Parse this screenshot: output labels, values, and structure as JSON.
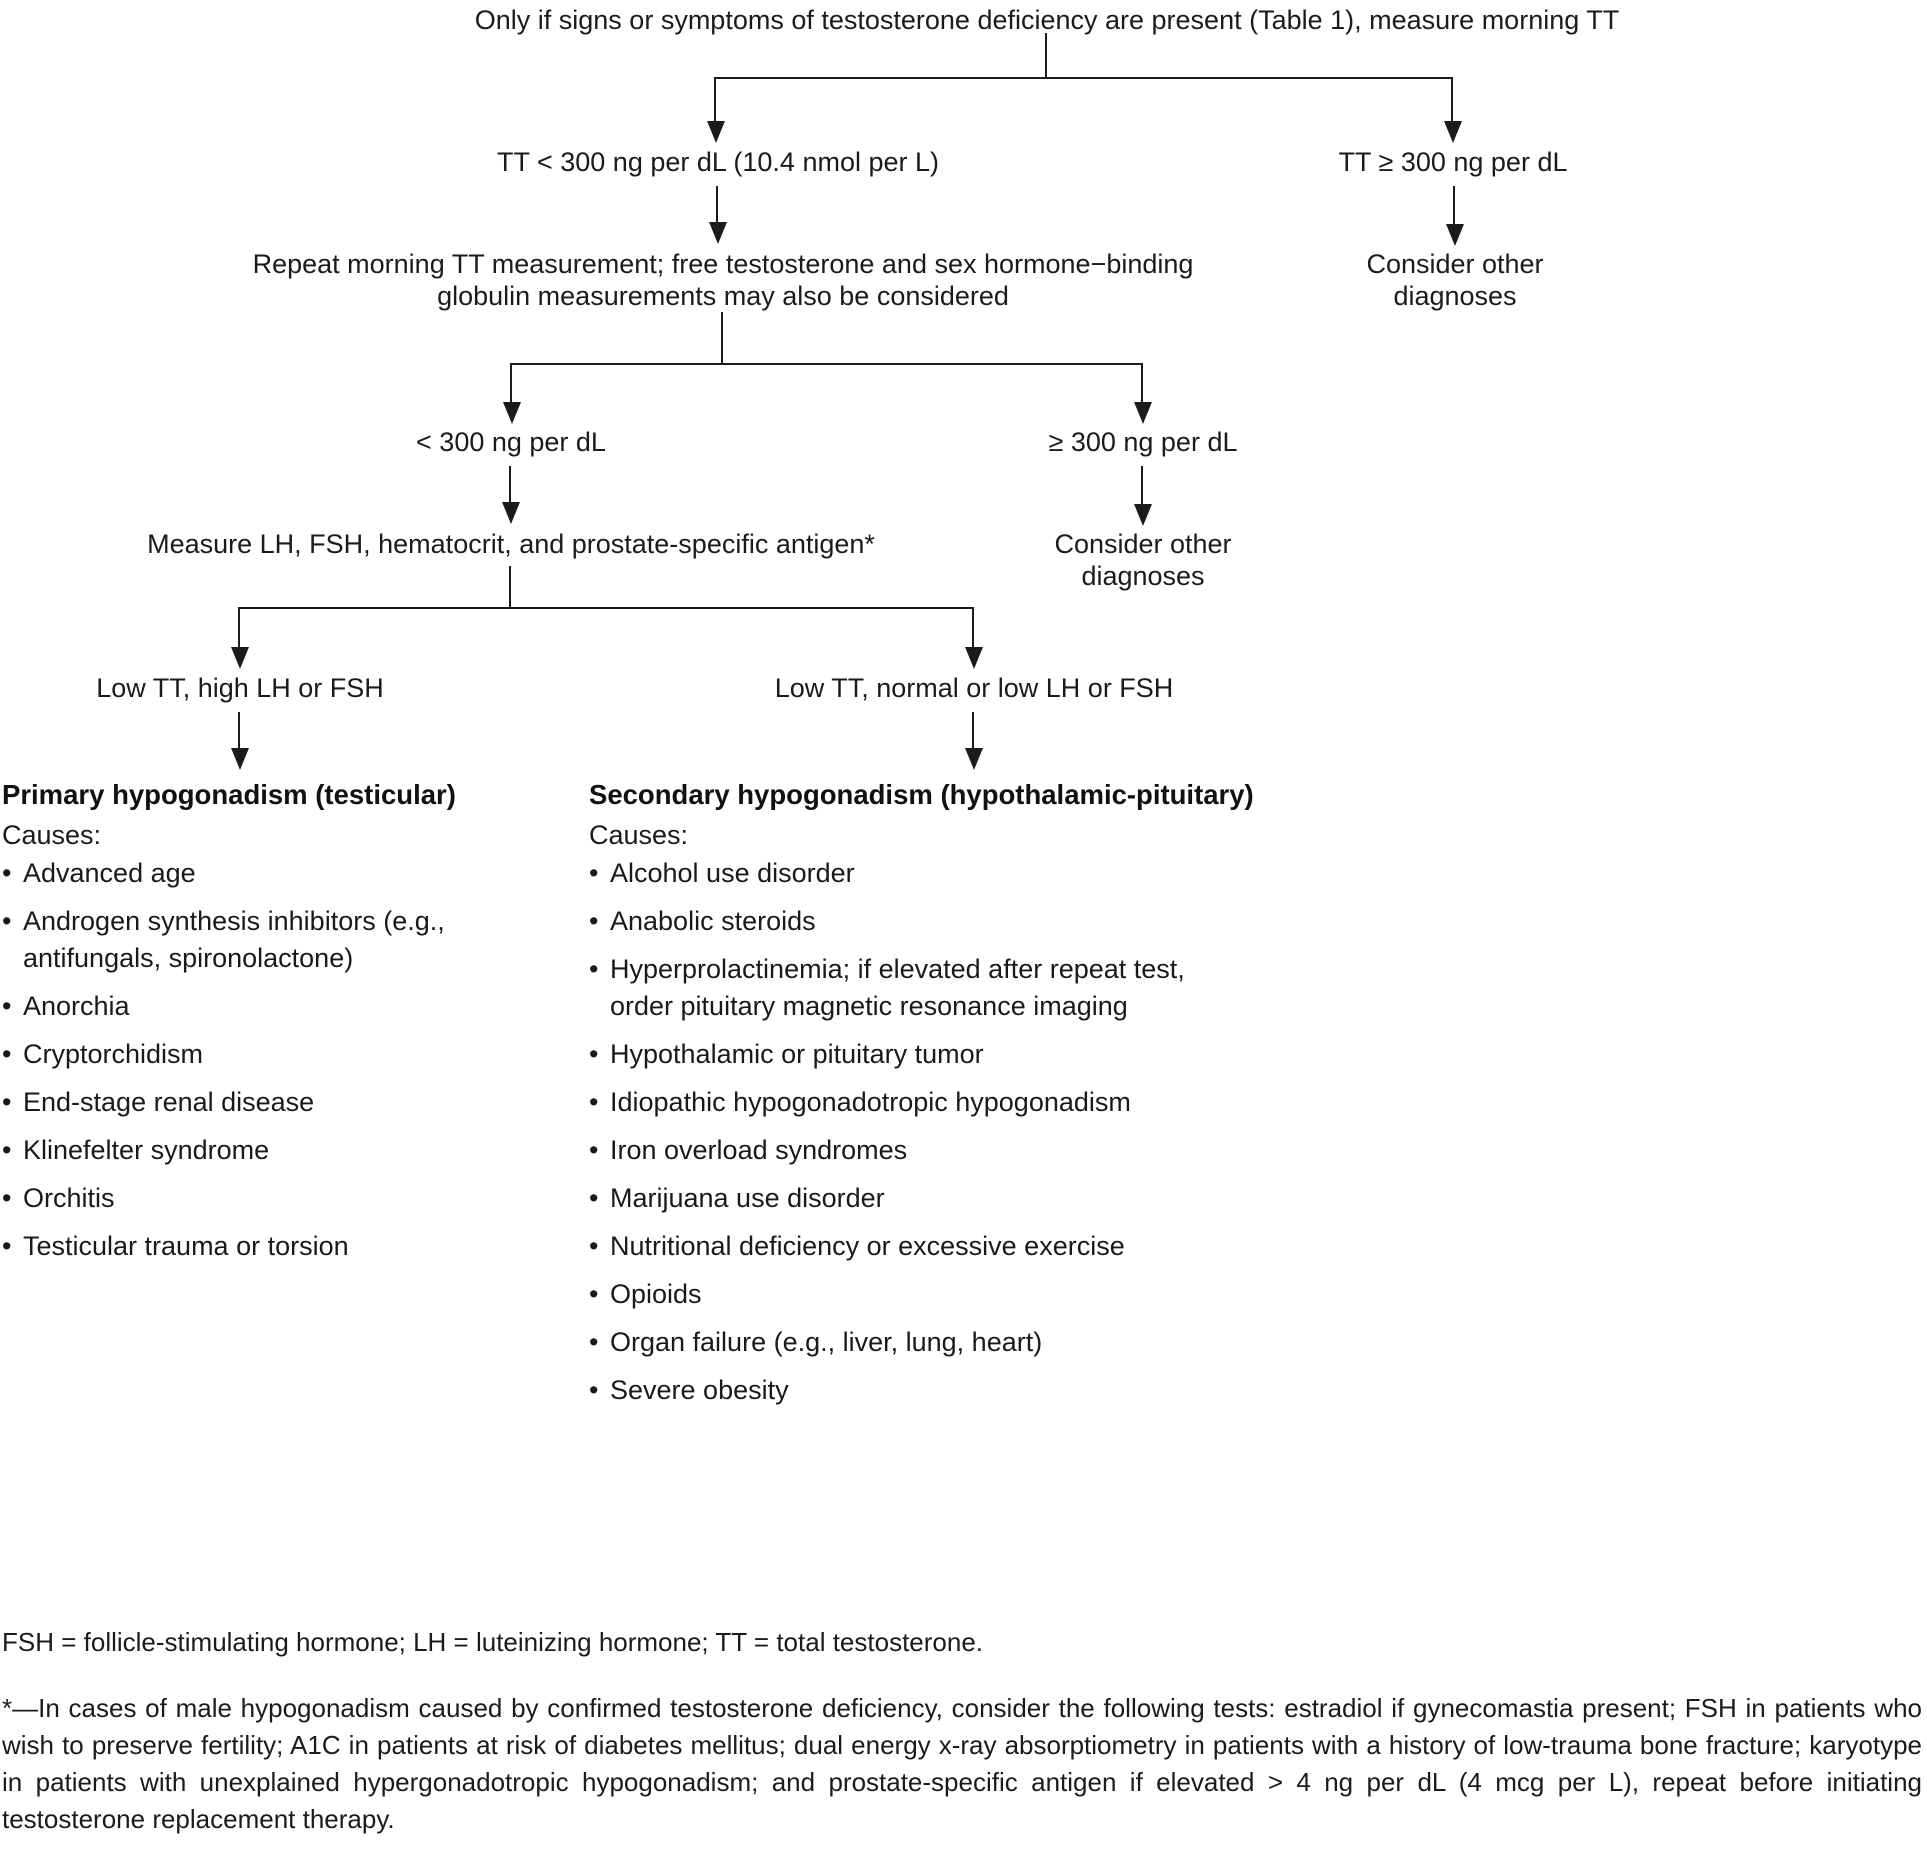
{
  "diagram": {
    "title_node": "Only if signs or symptoms of testosterone deficiency are present (Table 1), measure morning TT",
    "level1_left": "TT < 300 ng per dL (10.4 nmol per L)",
    "level1_right": "TT ≥ 300 ng per dL",
    "level1_right_outcome_line1": "Consider other",
    "level1_right_outcome_line2": "diagnoses",
    "level2_line1": "Repeat morning TT measurement; free testosterone and sex hormone−binding",
    "level2_line2": "globulin measurements may also be considered",
    "level3_left": "< 300 ng per dL",
    "level3_right": "≥ 300 ng per dL",
    "level3_right_outcome_line1": "Consider other",
    "level3_right_outcome_line2": "diagnoses",
    "level4": "Measure LH, FSH, hematocrit, and prostate-specific antigen*",
    "level5_left": "Low TT, high LH or FSH",
    "level5_right": "Low TT, normal or low LH or FSH"
  },
  "primary_column": {
    "heading": "Primary hypogonadism (testicular)",
    "causes_label": "Causes:",
    "items": [
      "Advanced age",
      "Androgen synthesis inhibitors (e.g., antifungals, spironolactone)",
      "Anorchia",
      "Cryptorchidism",
      "End-stage renal disease",
      "Klinefelter syndrome",
      "Orchitis",
      "Testicular trauma or torsion"
    ]
  },
  "secondary_column": {
    "heading": "Secondary hypogonadism (hypothalamic-pituitary)",
    "causes_label": "Causes:",
    "items": [
      "Alcohol use disorder",
      "Anabolic steroids",
      "Hyperprolactinemia; if elevated after repeat test, order pituitary magnetic resonance imaging",
      "Hypothalamic or pituitary tumor",
      "Idiopathic hypogonadotropic hypogonadism",
      "Iron overload syndromes",
      "Marijuana use disorder",
      "Nutritional deficiency or excessive exercise",
      "Opioids",
      "Organ failure (e.g., liver, lung, heart)",
      "Severe obesity"
    ]
  },
  "footnotes": {
    "abbreviations": "FSH = follicle-stimulating hormone; LH = luteinizing hormone; TT = total testosterone.",
    "asterisk": "*—In cases of male hypogonadism caused by confirmed testosterone deficiency, consider the following tests: estradiol if gynecomastia present; FSH in patients who wish to preserve fertility; A1C in patients at risk of diabetes mellitus; dual energy x-ray absorptiometry in patients with a history of low-trauma bone fracture; karyotype in patients with unexplained hypergonadotropic hypogonadism; and prostate-specific antigen if elevated > 4 ng per dL (4 mcg per L), repeat before initiating testosterone replacement therapy."
  },
  "colors": {
    "ink": "#1b1b1b",
    "background": "#ffffff"
  }
}
